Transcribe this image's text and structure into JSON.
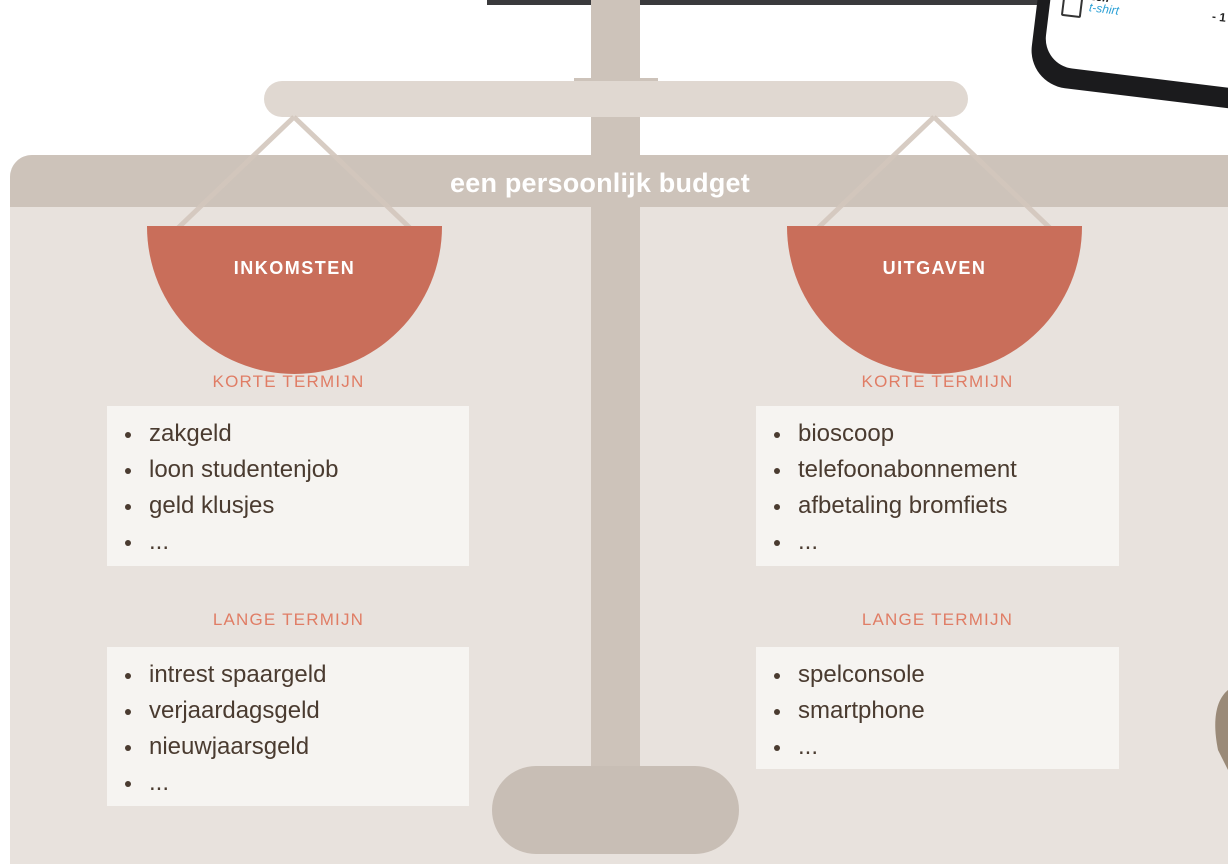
{
  "title": "een persoonlijk budget",
  "phone": {
    "item_cut": "zelf",
    "item_sub": "t-shirt",
    "amount_cut": "- 1"
  },
  "left": {
    "pan_label": "INKOMSTEN",
    "short_term": {
      "heading": "KORTE TERMIJN",
      "items": [
        "zakgeld",
        "loon studentenjob",
        "geld klusjes",
        "..."
      ]
    },
    "long_term": {
      "heading": "LANGE TERMIJN",
      "items": [
        "intrest spaargeld",
        "verjaardagsgeld",
        "nieuwjaarsgeld",
        "..."
      ]
    }
  },
  "right": {
    "pan_label": "UITGAVEN",
    "short_term": {
      "heading": "KORTE TERMIJN",
      "items": [
        "bioscoop",
        "telefoonabonnement",
        "afbetaling bromfiets",
        "..."
      ]
    },
    "long_term": {
      "heading": "LANGE TERMIJN",
      "items": [
        "spelconsole",
        "smartphone",
        "..."
      ]
    }
  },
  "colors": {
    "panel": "#e8e2dd",
    "band": "#cdc3ba",
    "pan": "#c96e5a",
    "heading_accent": "#e07d65",
    "text": "#4a3b30",
    "box": "#f6f4f1"
  }
}
